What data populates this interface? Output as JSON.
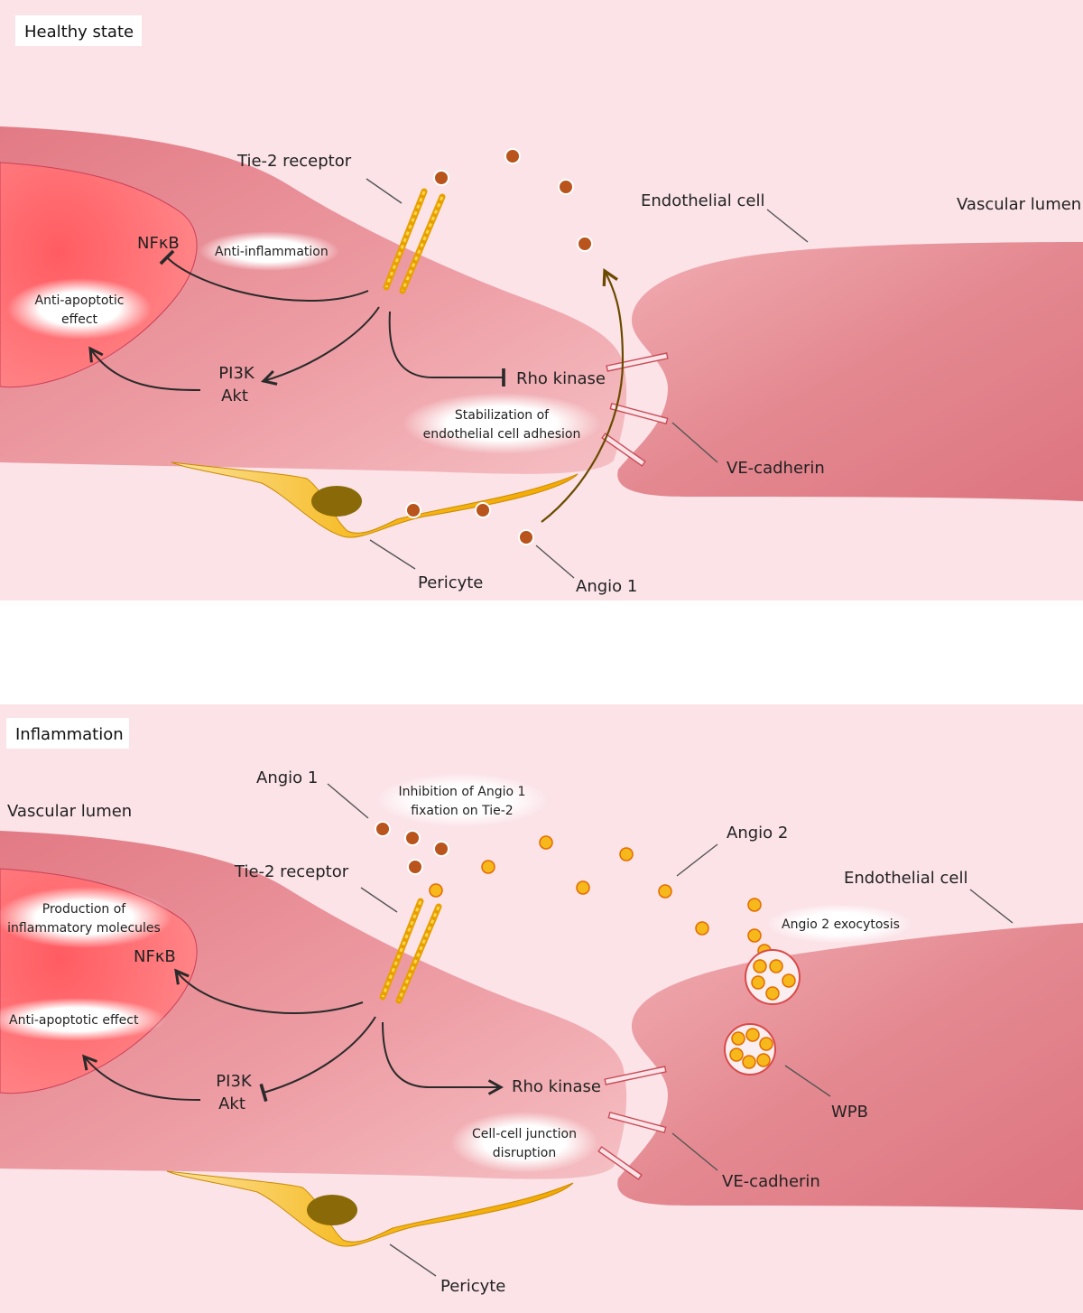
{
  "colors": {
    "background": "#fbe3e8",
    "cell_body": "#e7878f",
    "cell_body_light": "#f3b7bc",
    "nucleus": "#ff6f72",
    "pericyte": "#f6b81a",
    "pericyte_nucleus": "#8a6a08",
    "angio1": "#b8541c",
    "angio2": "#f6b81a",
    "wpb_fill": "#fbeef0",
    "wpb_border": "#d94a4a"
  },
  "panels": [
    {
      "title": "Healthy state",
      "labels": {
        "tie2": "Tie-2 receptor",
        "endothelial_cell": "Endothelial cell",
        "vascular_lumen": "Vascular lumen",
        "nfkb": "NFκB",
        "anti_inflammation": "Anti-inflammation",
        "anti_apoptotic_line1": "Anti-apoptotic",
        "anti_apoptotic_line2": "effect",
        "pi3k": "PI3K",
        "akt": "Akt",
        "rho_kinase": "Rho kinase",
        "stabilization_line1": "Stabilization of",
        "stabilization_line2": "endothelial cell adhesion",
        "ve_cadherin": "VE-cadherin",
        "pericyte": "Pericyte",
        "angio1": "Angio 1"
      }
    },
    {
      "title": "Inflammation",
      "labels": {
        "angio1": "Angio 1",
        "inhibition_line1": "Inhibition of Angio 1",
        "inhibition_line2": "fixation on Tie-2",
        "vascular_lumen": "Vascular lumen",
        "angio2": "Angio 2",
        "tie2": "Tie-2 receptor",
        "endothelial_cell": "Endothelial cell",
        "production_line1": "Production of",
        "production_line2": "inflammatory molecules",
        "nfkb": "NFκB",
        "angio2_exocytosis": "Angio 2 exocytosis",
        "anti_apoptotic": "Anti-apoptotic effect",
        "pi3k": "PI3K",
        "akt": "Akt",
        "rho_kinase": "Rho kinase",
        "wpb": "WPB",
        "junction_line1": "Cell-cell junction",
        "junction_line2": "disruption",
        "ve_cadherin": "VE-cadherin",
        "pericyte": "Pericyte"
      }
    }
  ]
}
